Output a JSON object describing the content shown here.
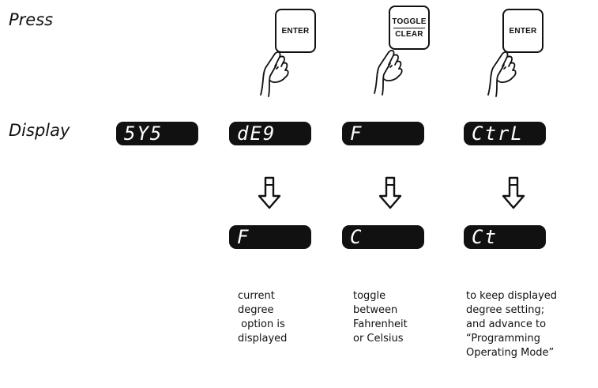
{
  "labels": {
    "press": "Press",
    "display": "Display"
  },
  "keys": [
    {
      "lines": [
        "ENTER"
      ]
    },
    {
      "lines": [
        "TOGGLE",
        "CLEAR"
      ]
    },
    {
      "lines": [
        "ENTER"
      ]
    }
  ],
  "displays_top": [
    "5Y5",
    "dE9",
    "F",
    "CtrL"
  ],
  "displays_bottom": [
    "F",
    "C",
    "Ct"
  ],
  "captions": [
    "current\ndegree\n option is\ndisplayed",
    "toggle\nbetween\nFahrenheit\nor Celsius",
    "to keep displayed\ndegree setting;\nand advance to\n“Programming\nOperating Mode”"
  ],
  "icons": {
    "hand": "pointing-hand-icon",
    "arrow": "down-arrow-icon"
  }
}
